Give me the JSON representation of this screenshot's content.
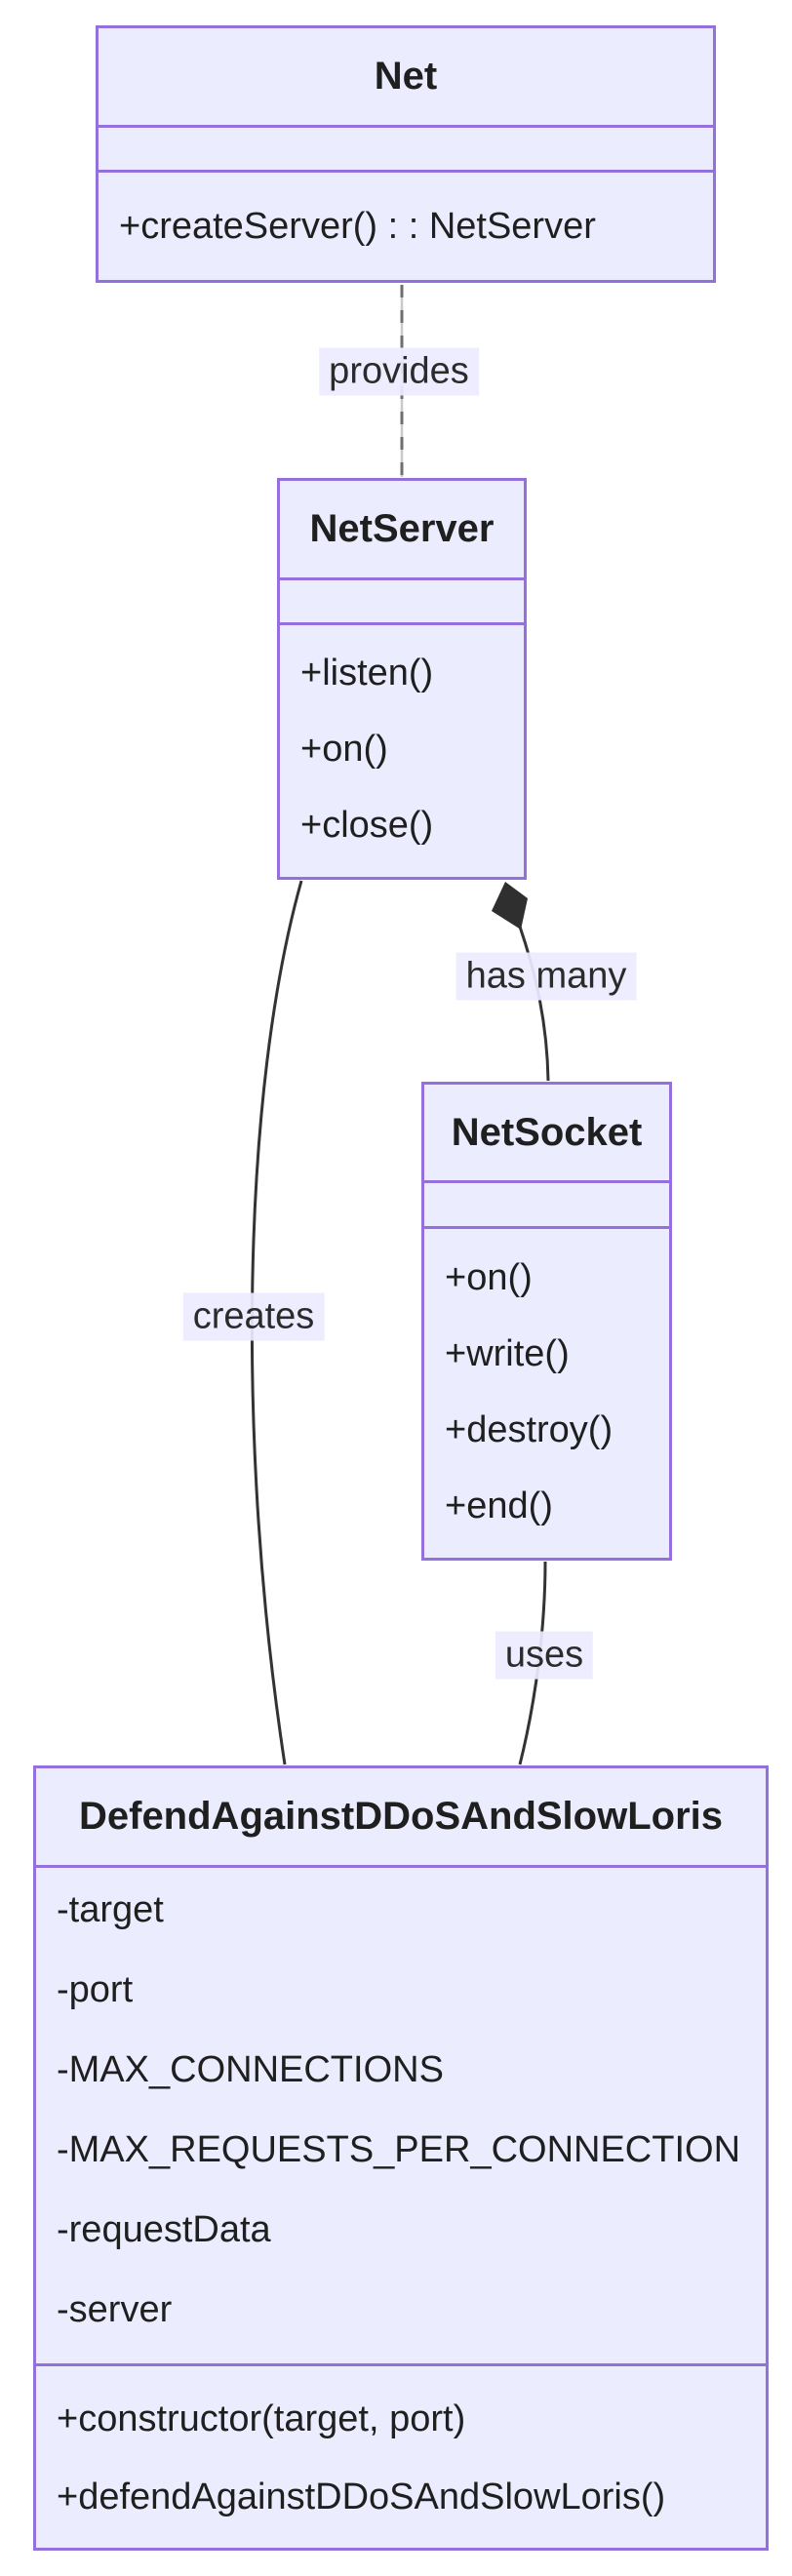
{
  "diagram": {
    "type": "uml-class-diagram",
    "classes": [
      {
        "name": "Net",
        "attributes": [],
        "methods": [
          "+createServer() : : NetServer"
        ]
      },
      {
        "name": "NetServer",
        "attributes": [],
        "methods": [
          "+listen()",
          "+on()",
          "+close()"
        ]
      },
      {
        "name": "NetSocket",
        "attributes": [],
        "methods": [
          "+on()",
          "+write()",
          "+destroy()",
          "+end()"
        ]
      },
      {
        "name": "DefendAgainstDDoSAndSlowLoris",
        "attributes": [
          "-target",
          "-port",
          "-MAX_CONNECTIONS",
          "-MAX_REQUESTS_PER_CONNECTION",
          "-requestData",
          "-server"
        ],
        "methods": [
          "+constructor(target, port)",
          "+defendAgainstDDoSAndSlowLoris()"
        ]
      }
    ],
    "edges": [
      {
        "label": "provides",
        "from": "Net",
        "to": "NetServer",
        "style": "dashed"
      },
      {
        "label": "has many",
        "from": "NetServer",
        "to": "NetSocket",
        "style": "solid-composition-diamond"
      },
      {
        "label": "creates",
        "from": "NetServer",
        "to": "DefendAgainstDDoSAndSlowLoris",
        "style": "solid"
      },
      {
        "label": "uses",
        "from": "NetSocket",
        "to": "DefendAgainstDDoSAndSlowLoris",
        "style": "solid"
      }
    ],
    "colors": {
      "node_fill": "#ECECFF",
      "node_border": "#9370DB",
      "edge_solid": "#333333",
      "edge_dashed": "#6f6f6f",
      "edge_label_bg": "#ECECFF",
      "composition_diamond": "#2f2f2f",
      "text": "#1f1f1f",
      "background": "#ffffff"
    }
  }
}
